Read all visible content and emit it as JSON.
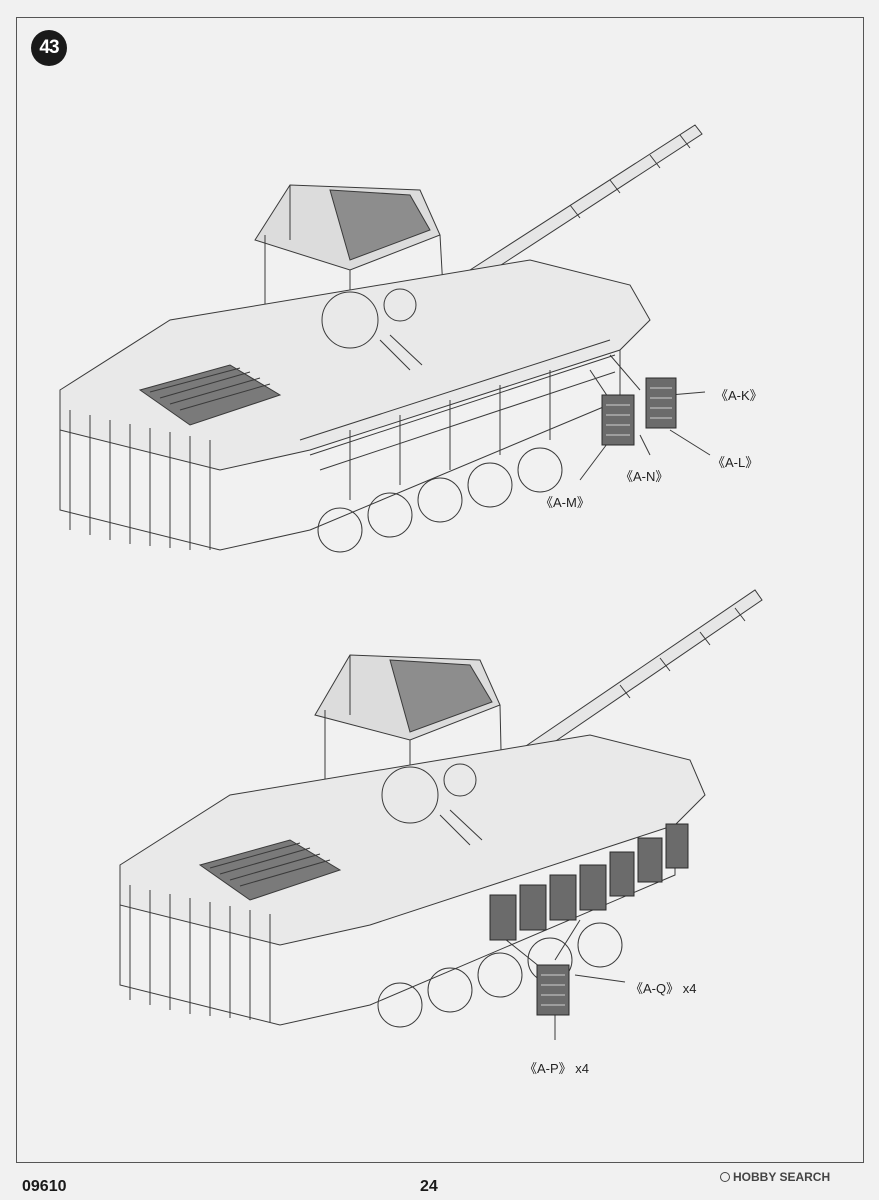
{
  "step_number": "43",
  "callouts": {
    "top": {
      "a_k": "《A-K》",
      "a_l": "《A-L》",
      "a_n": "《A-N》",
      "a_m": "《A-M》"
    },
    "bottom": {
      "a_q": "《A-Q》 x4",
      "a_p": "《A-P》 x4"
    }
  },
  "footer": {
    "product_code": "09610",
    "page_number": "24"
  },
  "watermark": "HOBBY SEARCH",
  "colors": {
    "line": "#3a3a3a",
    "part_fill": "#6b6b6b",
    "paper": "#f1f1f1"
  }
}
